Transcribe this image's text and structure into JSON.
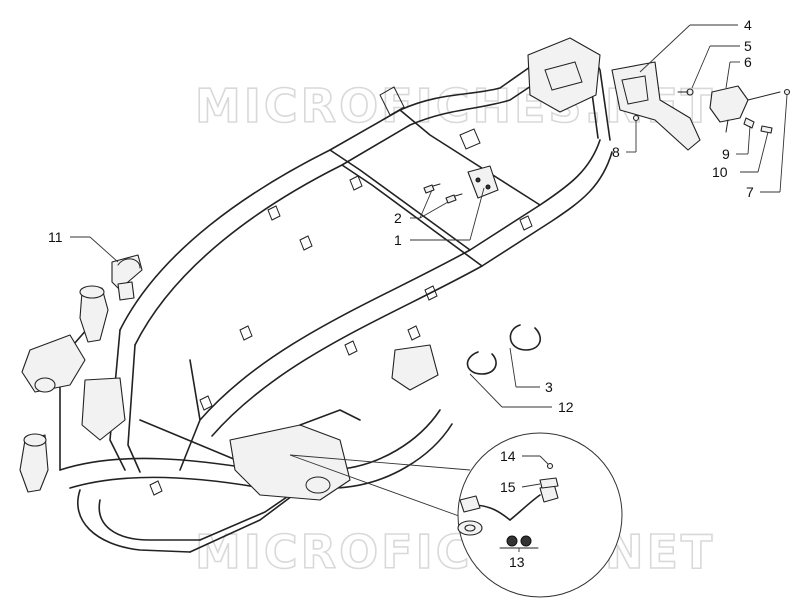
{
  "watermark": {
    "text": "MICROFICHES.NET"
  },
  "callouts": {
    "c1": "1",
    "c2": "2",
    "c3": "3",
    "c4": "4",
    "c5": "5",
    "c6": "6",
    "c7": "7",
    "c8": "8",
    "c9": "9",
    "c10": "10",
    "c11": "11",
    "c12": "12",
    "c13": "13",
    "c14": "14",
    "c15": "15"
  }
}
